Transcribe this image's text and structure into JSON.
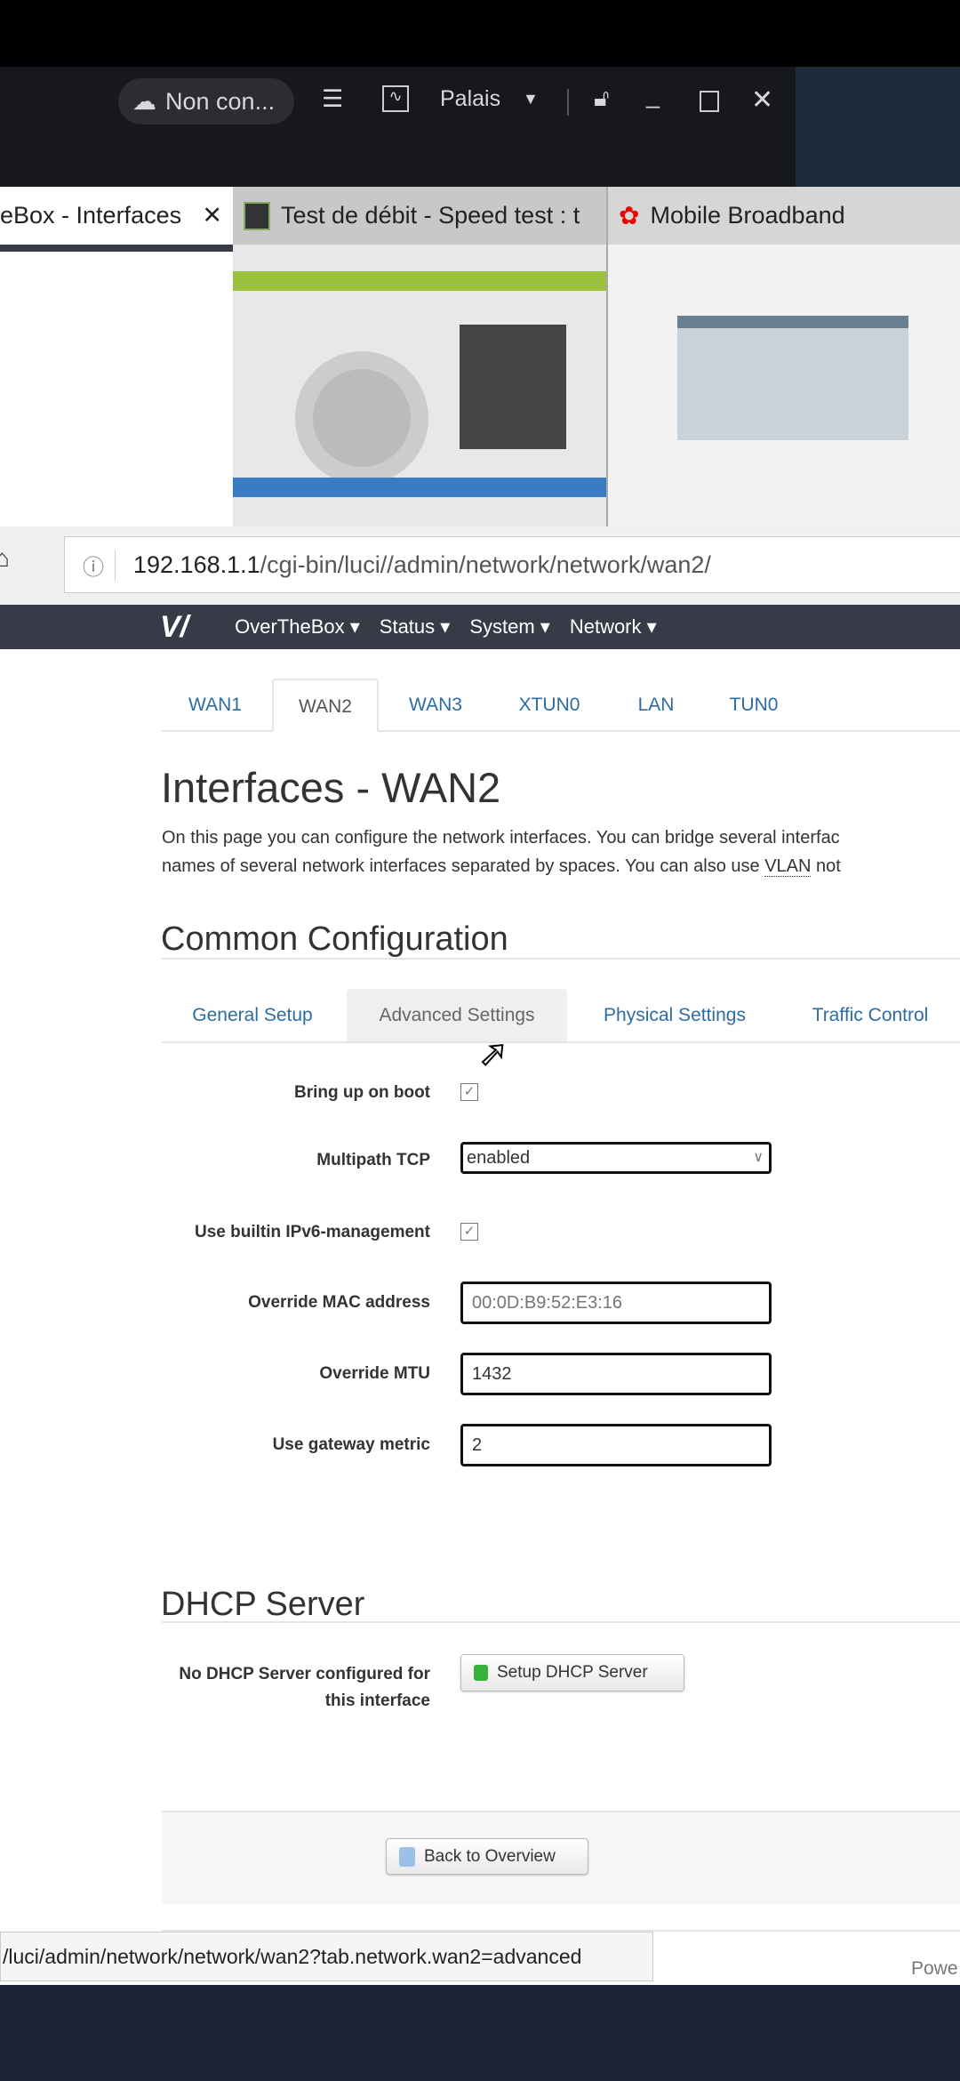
{
  "toolbar": {
    "connection": "Non con...",
    "profile": "Palais"
  },
  "browser_tabs": [
    {
      "title": "eBox - Interfaces"
    },
    {
      "title": "Test de débit - Speed test : t"
    },
    {
      "title": "Mobile Broadband"
    }
  ],
  "address": {
    "host": "192.168.1.1",
    "path": "/cgi-bin/luci//admin/network/network/wan2/"
  },
  "nav": [
    "OverTheBox ▾",
    "Status ▾",
    "System ▾",
    "Network ▾"
  ],
  "iface_tabs": [
    "WAN1",
    "WAN2",
    "WAN3",
    "XTUN0",
    "LAN",
    "TUN0"
  ],
  "title": "Interfaces - WAN2",
  "desc1": "On this page you can configure the network interfaces. You can bridge several interfac",
  "desc2a": "names of several network interfaces separated by spaces. You can also use ",
  "desc2b": "VLAN",
  "desc2c": " not",
  "common_title": "Common Configuration",
  "sub_tabs": [
    "General Setup",
    "Advanced Settings",
    "Physical Settings",
    "Traffic Control"
  ],
  "form": {
    "boot_label": "Bring up on boot",
    "boot_checked": true,
    "mptcp_label": "Multipath TCP",
    "mptcp_value": "enabled",
    "ipv6_label": "Use builtin IPv6-management",
    "ipv6_checked": true,
    "mac_label": "Override MAC address",
    "mac_placeholder": "00:0D:B9:52:E3:16",
    "mtu_label": "Override MTU",
    "mtu_value": "1432",
    "metric_label": "Use gateway metric",
    "metric_value": "2"
  },
  "dhcp": {
    "title": "DHCP Server",
    "label1": "No DHCP Server configured for",
    "label2": "this interface",
    "button": "Setup DHCP Server"
  },
  "back_button": "Back to Overview",
  "status_url": "/luci/admin/network/network/wan2?tab.network.wan2=advanced",
  "footer": "Powe"
}
